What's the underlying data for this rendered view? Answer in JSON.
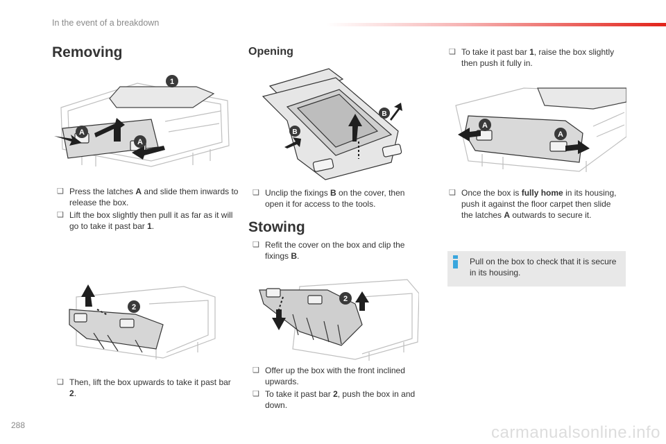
{
  "header": {
    "section_title": "In the event of a breakdown"
  },
  "page_number": "288",
  "col1": {
    "title": "Removing",
    "bullets_a": [
      {
        "parts": [
          "Press the latches ",
          "A",
          " and slide them inwards to release the box."
        ]
      },
      {
        "parts": [
          "Lift the box slightly then pull it as far as it will go to take it past bar ",
          "1",
          "."
        ]
      }
    ],
    "bullets_b": [
      {
        "parts": [
          "Then, lift the box upwards to take it past bar ",
          "2",
          "."
        ]
      }
    ]
  },
  "col2": {
    "title_opening": "Opening",
    "opening_bullets": [
      {
        "parts": [
          "Unclip the fixings ",
          "B",
          " on the cover, then open it for access to the tools."
        ]
      }
    ],
    "title_stowing": "Stowing",
    "stowing_bullets": [
      {
        "parts": [
          "Refit the cover on the box and clip the fixings ",
          "B",
          "."
        ]
      }
    ],
    "stowing_bullets_b": [
      {
        "text": "Offer up the box with the front inclined upwards."
      },
      {
        "parts": [
          "To take it past bar ",
          "2",
          ", push the box in and down."
        ]
      }
    ]
  },
  "col3": {
    "bullets_a": [
      {
        "parts": [
          "To take it past bar ",
          "1",
          ", raise the box slightly then push it fully in."
        ]
      }
    ],
    "bullets_b": [
      {
        "parts": [
          "Once the box is ",
          "fully home",
          " in its housing, push it against the floor carpet then slide the latches ",
          "A",
          " outwards to secure it."
        ]
      }
    ],
    "info_note": "Pull on the box to check that it is secure in its housing."
  },
  "figure_labels": {
    "latch": "A",
    "fixing": "B",
    "bar1": "1",
    "bar2": "2"
  },
  "bullet_glyph": "❑",
  "watermark": "carmanualsonline.info",
  "colors": {
    "accent_red": "#e2231a",
    "marker_dark": "#3a3a3a",
    "info_blue": "#3aa6dd",
    "info_bg": "#e8e8e8"
  }
}
